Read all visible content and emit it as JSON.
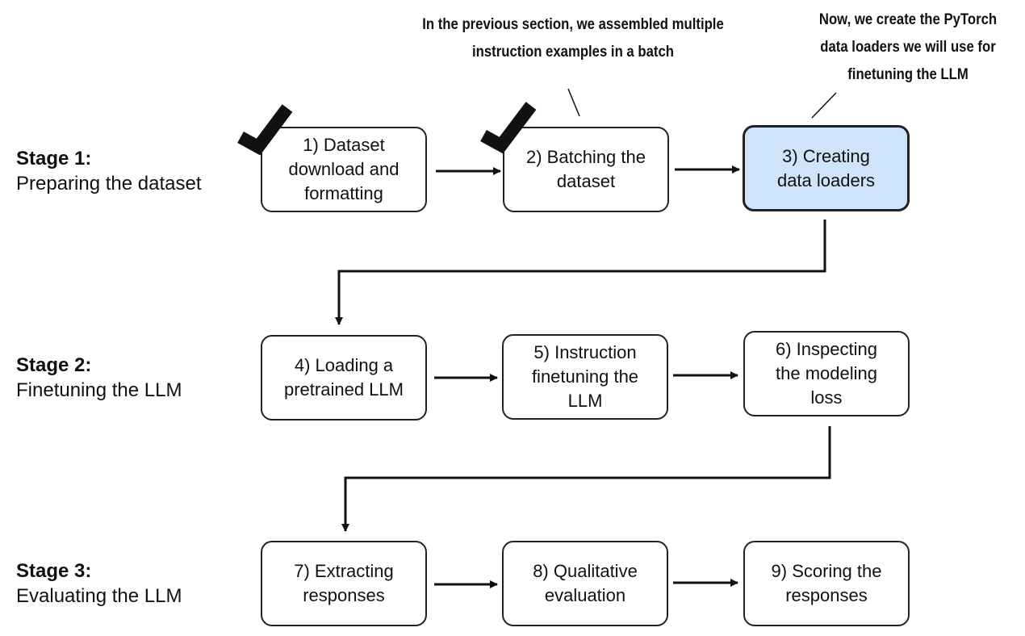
{
  "stages": [
    {
      "title": "Stage 1:",
      "description": "Preparing the dataset"
    },
    {
      "title": "Stage 2:",
      "description": "Finetuning the LLM"
    },
    {
      "title": "Stage 3:",
      "description": "Evaluating the LLM"
    }
  ],
  "steps": [
    {
      "label": "1) Dataset\ndownload and\nformatting",
      "done": true
    },
    {
      "label": "2) Batching the\ndataset",
      "done": true
    },
    {
      "label": "3) Creating\ndata loaders",
      "current": true
    },
    {
      "label": "4) Loading a\npretrained LLM"
    },
    {
      "label": "5) Instruction\nfinetuning the\nLLM"
    },
    {
      "label": "6) Inspecting\nthe modeling\nloss"
    },
    {
      "label": "7) Extracting\nresponses"
    },
    {
      "label": "8) Qualitative\nevaluation"
    },
    {
      "label": "9) Scoring the\nresponses"
    }
  ],
  "annotations": {
    "previous_section": "In the previous section, we assembled multiple\ninstruction examples in a batch",
    "current_section": "Now, we create the PyTorch\ndata loaders we will use for\nfinetuning the LLM"
  },
  "colors": {
    "highlight_fill": "#cfe4fb",
    "stroke": "#111111"
  }
}
